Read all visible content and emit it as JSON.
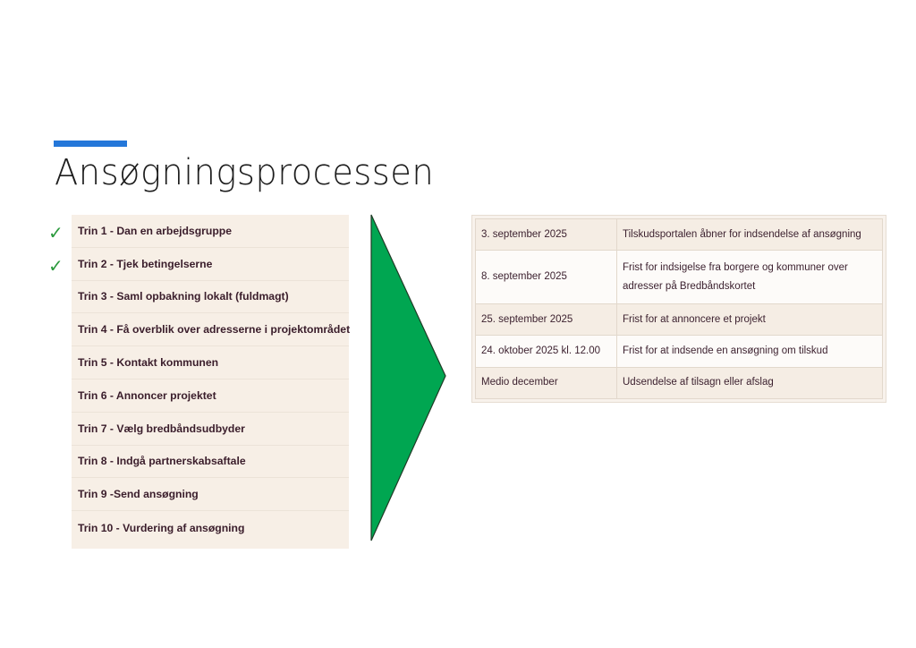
{
  "page": {
    "title": "Ansøgningsprocessen",
    "accent_color": "#2477d9",
    "arrow_color": "#00a651"
  },
  "steps": [
    {
      "label": "Trin 1 - Dan en arbejdsgruppe",
      "checked": true
    },
    {
      "label": "Trin 2 - Tjek betingelserne",
      "checked": true
    },
    {
      "label": "Trin 3 - Saml opbakning lokalt (fuldmagt)",
      "checked": false
    },
    {
      "label": "Trin 4 - Få overblik over adresserne i projektområdet",
      "checked": false
    },
    {
      "label": "Trin 5 - Kontakt kommunen",
      "checked": false
    },
    {
      "label": "Trin 6 - Annoncer projektet",
      "checked": false
    },
    {
      "label": "Trin 7 - Vælg bredbåndsudbyder",
      "checked": false
    },
    {
      "label": "Trin 8 - Indgå partnerskabsaftale",
      "checked": false
    },
    {
      "label": "Trin 9 -Send ansøgning",
      "checked": false
    },
    {
      "label": "Trin 10 - Vurdering af ansøgning",
      "checked": false
    }
  ],
  "check_mark": "✓",
  "timeline": [
    {
      "date": "3. september 2025",
      "event": "Tilskudsportalen åbner for indsendelse af ansøgning"
    },
    {
      "date": "8. september 2025",
      "event": "Frist for indsigelse fra borgere og kommuner over adresser på Bredbåndskortet"
    },
    {
      "date": "25. september 2025",
      "event": "Frist for at annoncere et projekt"
    },
    {
      "date": "24. oktober 2025 kl. 12.00",
      "event": "Frist for at indsende en ansøgning om tilskud"
    },
    {
      "date": "Medio december",
      "event": "Udsendelse af tilsagn eller afslag"
    }
  ]
}
